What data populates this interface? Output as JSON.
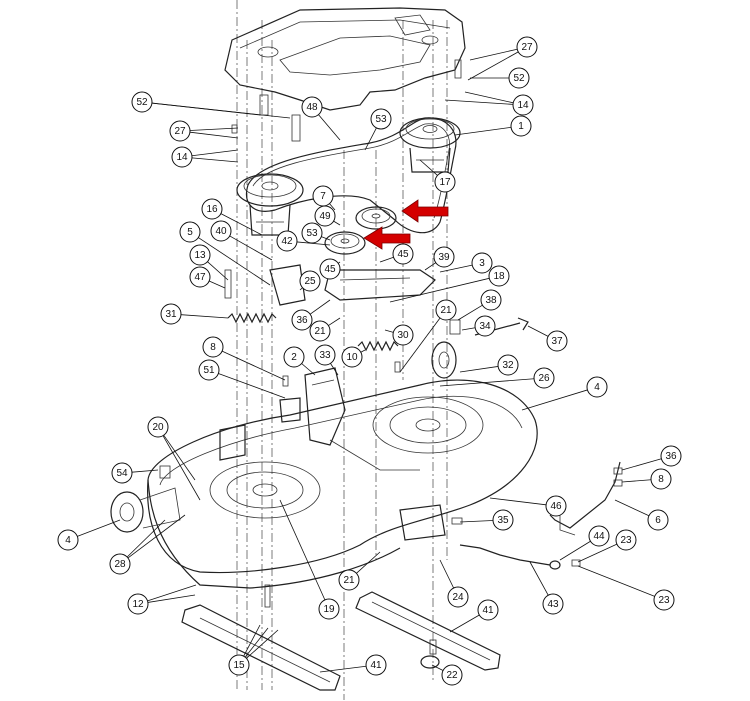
{
  "diagram": {
    "arrow_color": "#d40000",
    "line_color": "#222222",
    "callouts": [
      {
        "id": "c27a",
        "text": "27"
      },
      {
        "id": "c52a",
        "text": "52"
      },
      {
        "id": "c14a",
        "text": "14"
      },
      {
        "id": "c52b",
        "text": "52"
      },
      {
        "id": "c48",
        "text": "48"
      },
      {
        "id": "c53a",
        "text": "53"
      },
      {
        "id": "c1",
        "text": "1"
      },
      {
        "id": "c27b",
        "text": "27"
      },
      {
        "id": "c14b",
        "text": "14"
      },
      {
        "id": "c17",
        "text": "17"
      },
      {
        "id": "c7",
        "text": "7"
      },
      {
        "id": "c49",
        "text": "49"
      },
      {
        "id": "c16",
        "text": "16"
      },
      {
        "id": "c40",
        "text": "40"
      },
      {
        "id": "c42",
        "text": "42"
      },
      {
        "id": "c53b",
        "text": "53"
      },
      {
        "id": "c5",
        "text": "5"
      },
      {
        "id": "c13",
        "text": "13"
      },
      {
        "id": "c45a",
        "text": "45"
      },
      {
        "id": "c45b",
        "text": "45"
      },
      {
        "id": "c39",
        "text": "39"
      },
      {
        "id": "c3",
        "text": "3"
      },
      {
        "id": "c18",
        "text": "18"
      },
      {
        "id": "c47",
        "text": "47"
      },
      {
        "id": "c25",
        "text": "25"
      },
      {
        "id": "c21a",
        "text": "21"
      },
      {
        "id": "c38",
        "text": "38"
      },
      {
        "id": "c31",
        "text": "31"
      },
      {
        "id": "c36a",
        "text": "36"
      },
      {
        "id": "c21b",
        "text": "21"
      },
      {
        "id": "c30",
        "text": "30"
      },
      {
        "id": "c34",
        "text": "34"
      },
      {
        "id": "c37",
        "text": "37"
      },
      {
        "id": "c8a",
        "text": "8"
      },
      {
        "id": "c2",
        "text": "2"
      },
      {
        "id": "c33",
        "text": "33"
      },
      {
        "id": "c10",
        "text": "10"
      },
      {
        "id": "c32",
        "text": "32"
      },
      {
        "id": "c51",
        "text": "51"
      },
      {
        "id": "c26",
        "text": "26"
      },
      {
        "id": "c4a",
        "text": "4"
      },
      {
        "id": "c20",
        "text": "20"
      },
      {
        "id": "c36b",
        "text": "36"
      },
      {
        "id": "c54",
        "text": "54"
      },
      {
        "id": "c8b",
        "text": "8"
      },
      {
        "id": "c46",
        "text": "46"
      },
      {
        "id": "c6",
        "text": "6"
      },
      {
        "id": "c4b",
        "text": "4"
      },
      {
        "id": "c35",
        "text": "35"
      },
      {
        "id": "c44",
        "text": "44"
      },
      {
        "id": "c23a",
        "text": "23"
      },
      {
        "id": "c28",
        "text": "28"
      },
      {
        "id": "c21c",
        "text": "21"
      },
      {
        "id": "c24",
        "text": "24"
      },
      {
        "id": "c43",
        "text": "43"
      },
      {
        "id": "c23b",
        "text": "23"
      },
      {
        "id": "c12",
        "text": "12"
      },
      {
        "id": "c19",
        "text": "19"
      },
      {
        "id": "c41a",
        "text": "41"
      },
      {
        "id": "c15",
        "text": "15"
      },
      {
        "id": "c41b",
        "text": "41"
      },
      {
        "id": "c22",
        "text": "22"
      }
    ]
  }
}
